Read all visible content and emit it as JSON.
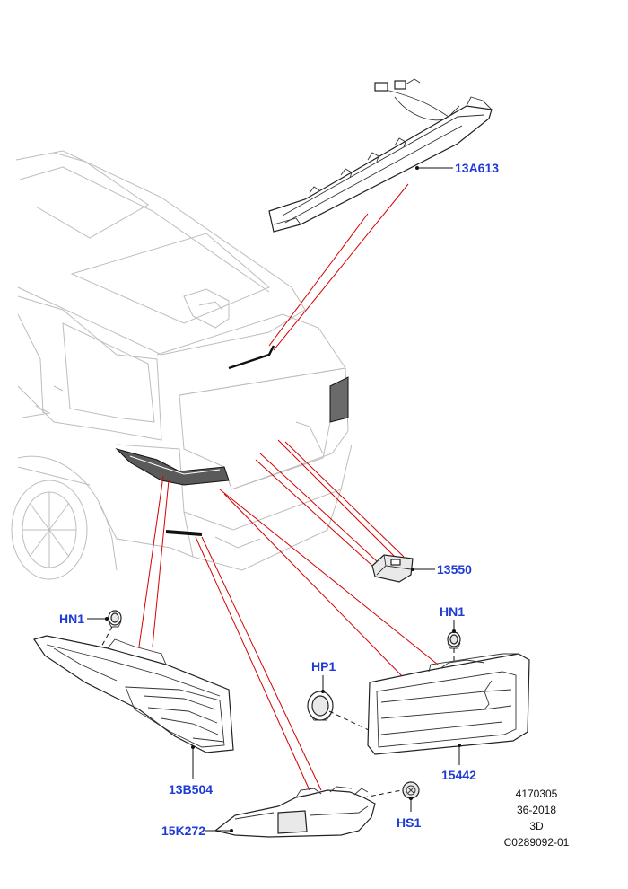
{
  "callouts": {
    "high_mount_stop_lamp": "13A613",
    "licence_plate_lamp": "13550",
    "tail_lamp_body": "13B504",
    "nut_left": "HN1",
    "nut_right": "HN1",
    "plug": "HP1",
    "tail_lamp_tailgate": "15442",
    "reflector_lamp": "15K272",
    "screw": "HS1"
  },
  "meta": {
    "drawing_no": "4170305",
    "date_code": "36-2018",
    "view": "3D",
    "reference": "C0289092-01"
  },
  "colors": {
    "callout": "#1f3bd6",
    "callout_lines": "#d40000",
    "outline": "#222222",
    "vehicle_ghost": "#bdbdbd"
  }
}
